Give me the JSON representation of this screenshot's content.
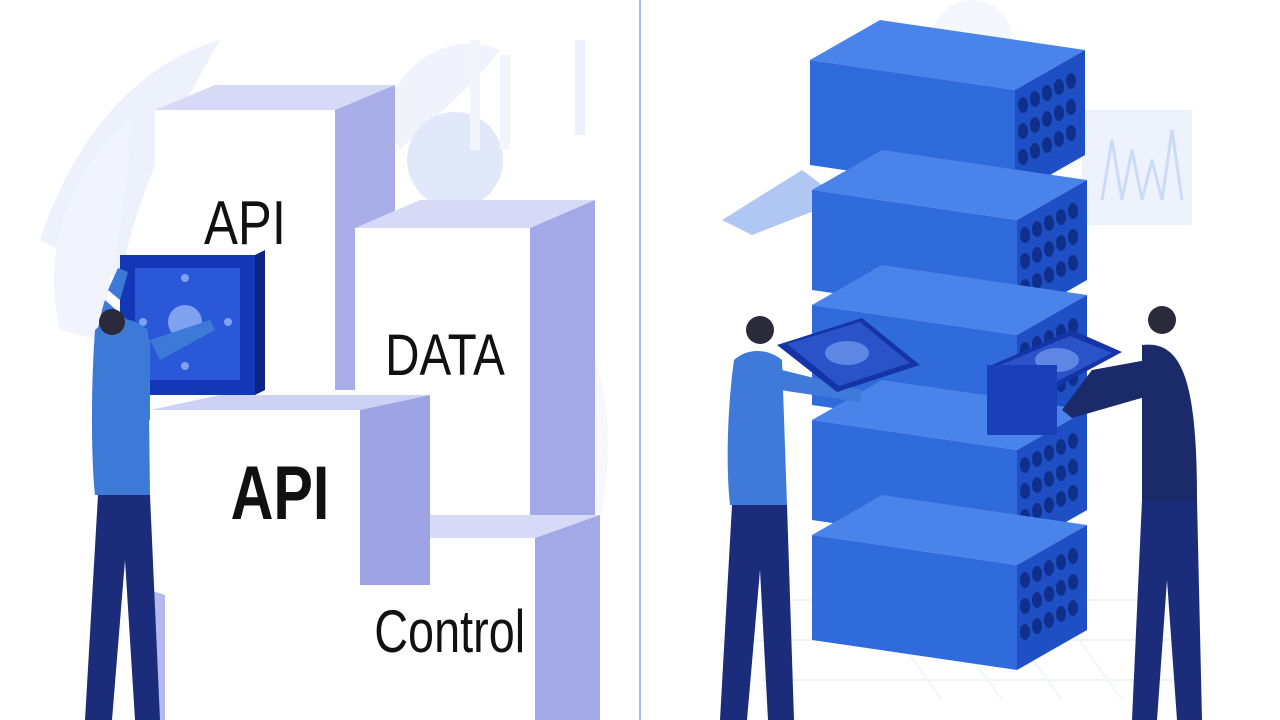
{
  "left_panel": {
    "blocks": {
      "api_top_label": "API",
      "data_label": "DATA",
      "api_middle_label": "API",
      "control_label": "Control"
    }
  },
  "right_panel": {
    "icons": [
      "server-stack-icon",
      "banknote-icon"
    ]
  },
  "colors": {
    "primary_blue": "#2f6bdb",
    "dark_blue": "#1c2e86",
    "block_side": "#a9aee8",
    "block_front": "#ffffff",
    "accent_light": "#dce7fb",
    "divider": "#9fc0e8"
  }
}
